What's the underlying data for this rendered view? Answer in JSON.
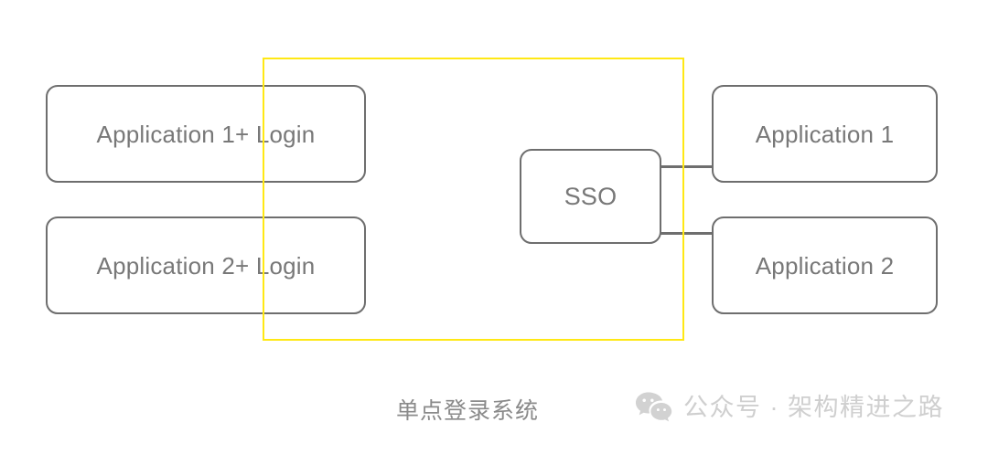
{
  "diagram": {
    "title_caption": "单点登录系统",
    "colors": {
      "background": "#ffffff",
      "node_border": "#6e6e6e",
      "node_text": "#787878",
      "connector": "#6e6e6e",
      "highlight": "#ffe814",
      "caption_text": "#8a8a8a",
      "watermark_text": "#cfcfcf"
    },
    "nodes": [
      {
        "id": "app1-login",
        "label": "Application 1+ Login",
        "column": "left"
      },
      {
        "id": "app2-login",
        "label": "Application 2+ Login",
        "column": "left"
      },
      {
        "id": "sso",
        "label": "SSO",
        "column": "center"
      },
      {
        "id": "app1",
        "label": "Application 1",
        "column": "right"
      },
      {
        "id": "app2",
        "label": "Application 2",
        "column": "right"
      }
    ],
    "connections": [
      {
        "from": "sso",
        "to": "app1"
      },
      {
        "from": "sso",
        "to": "app2"
      }
    ],
    "highlight_region": {
      "label": "yellow-selection-rectangle"
    }
  },
  "watermark": {
    "icon": "wechat-icon",
    "text": "公众号 · 架构精进之路"
  }
}
